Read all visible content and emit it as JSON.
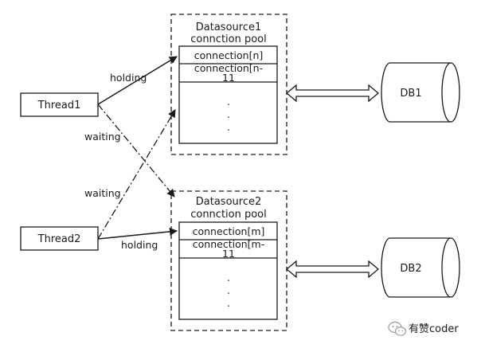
{
  "threads": [
    {
      "label": "Thread1"
    },
    {
      "label": "Thread2"
    }
  ],
  "pools": [
    {
      "title_line1": "Datasource1",
      "title_line2": "connction pool",
      "conn_a": "connection[n]",
      "conn_b_line1": "connection[n-",
      "conn_b_line2": "11",
      "dots": ".",
      "db": "DB1"
    },
    {
      "title_line1": "Datasource2",
      "title_line2": "connction pool",
      "conn_a": "connection[m]",
      "conn_b_line1": "connection[m-",
      "conn_b_line2": "11",
      "dots": ".",
      "db": "DB2"
    }
  ],
  "edges": {
    "t1_holding": "holding",
    "t1_waiting": "waiting",
    "t2_waiting": "waiting",
    "t2_holding": "holding"
  },
  "watermark": {
    "text": "有赞coder",
    "icon": "wechat-icon"
  },
  "colors": {
    "stroke": "#1a1a1a",
    "text": "#1a1a1a",
    "background": "#ffffff"
  }
}
